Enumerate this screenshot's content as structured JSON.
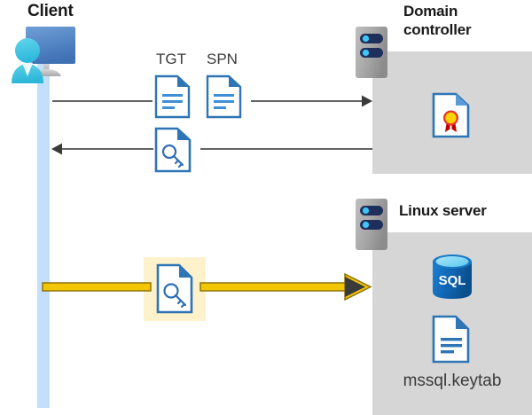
{
  "diagram": {
    "title": "Kerberos authentication flow between client, domain controller and Linux server",
    "background": "#ffffff"
  },
  "actors": {
    "client": {
      "label": "Client",
      "icon": "client-workstation-icon",
      "lifeline_color": "#c3dffc"
    },
    "domain_controller": {
      "label": "Domain\ncontroller",
      "label_line1": "Domain",
      "label_line2": "controller",
      "icon": "server-rack-icon",
      "box_color": "#d6d6d6",
      "contents": [
        {
          "icon": "certificate-document-icon",
          "label": ""
        }
      ]
    },
    "linux_server": {
      "label": "Linux server",
      "icon": "server-rack-icon",
      "box_color": "#d6d6d6",
      "contents": [
        {
          "icon": "sql-database-icon",
          "label": "SQL"
        },
        {
          "icon": "keytab-document-icon",
          "label": "mssql.keytab"
        }
      ]
    }
  },
  "messages": [
    {
      "id": "request",
      "direction": "right",
      "from": "client",
      "to": "domain_controller",
      "labels": [
        "TGT",
        "SPN"
      ],
      "icons": [
        "tgt-document-icon",
        "spn-document-icon"
      ],
      "color": "#4d4d4d",
      "highlighted": false
    },
    {
      "id": "response",
      "direction": "left",
      "from": "domain_controller",
      "to": "client",
      "labels": [],
      "icons": [
        "service-ticket-key-document-icon"
      ],
      "color": "#4d4d4d",
      "highlighted": false
    },
    {
      "id": "service-ticket",
      "direction": "right",
      "from": "client",
      "to": "linux_server",
      "labels": [],
      "icons": [
        "service-ticket-key-document-icon"
      ],
      "color": "#f2c600",
      "outline_color": "#8a6d00",
      "highlighted": true,
      "highlight_color": "#fdf2cc"
    }
  ],
  "colors": {
    "accent_blue": "#2e75b6",
    "light_blue": "#c3dffc",
    "monitor_blue": "#4a80c4",
    "person_cyan": "#35bde0",
    "gray_box": "#d6d6d6",
    "server_gray": "#9e9e9e",
    "server_pill_navy": "#1f2f5c",
    "server_dot_cyan": "#3fc6f5",
    "sql_blue": "#0f6cbd",
    "yellow_arrow": "#f2c600",
    "highlight_yellow": "#fdf2cc",
    "cert_gold": "#ffd400",
    "cert_red": "#c00000",
    "arrow_gray": "#4d4d4d",
    "text_dark": "#1a1a1a",
    "text_gray": "#3b3b3b"
  },
  "labels": {
    "tgt": "TGT",
    "spn": "SPN",
    "keytab_file": "mssql.keytab",
    "sql_text": "SQL",
    "client": "Client",
    "domain_line1": "Domain",
    "domain_line2": "controller",
    "linux": "Linux server"
  }
}
